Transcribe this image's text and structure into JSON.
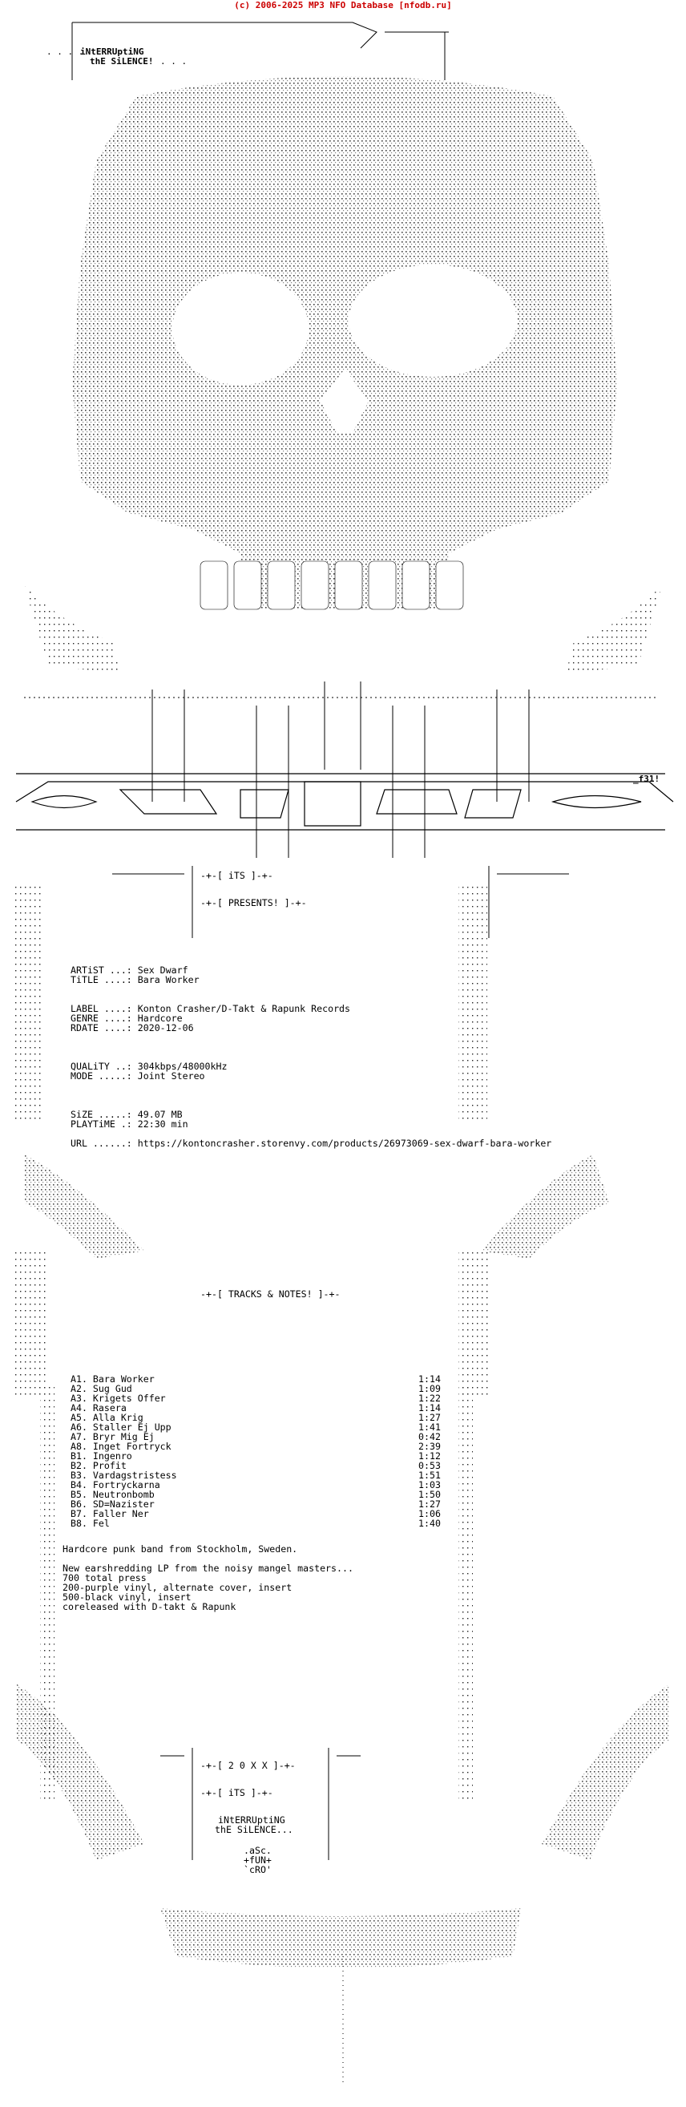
{
  "banner": "(c) 2006-2025 MP3 NFO Database [nfodb.ru]",
  "group": {
    "line1": "iNtERRUptiNG",
    "line2": "thE SiLENCE!",
    "tag": "_f31!"
  },
  "sections": {
    "presents": "-+-[ iTS ]-+-",
    "presents2": "-+-[ PRESENTS! ]-+-",
    "tracks_header": "-+-[ TRACKS & NOTES! ]-+-",
    "footer_year": "-+-[ 2 0 X X ]-+-",
    "footer_its": "-+-[ iTS ]-+-",
    "footer_group1": "iNtERRUptiNG",
    "footer_group2": "thE SiLENCE...",
    "footer_tags": [
      ".aSc.",
      "+fUN+",
      "`cRO'"
    ]
  },
  "release": {
    "artist_label": "ARTiST ...:",
    "artist": "Sex Dwarf",
    "title_label": "TiTLE ....:",
    "title": "Bara Worker",
    "label_label": "LABEL ....:",
    "label": "Konton Crasher/D-Takt & Rapunk Records",
    "genre_label": "GENRE ....:",
    "genre": "Hardcore",
    "rdate_label": "RDATE ....:",
    "rdate": "2020-12-06",
    "quality_label": "QUALiTY ..:",
    "quality": "304kbps/48000kHz",
    "mode_label": "MODE .....:",
    "mode": "Joint Stereo",
    "size_label": "SiZE .....:",
    "size": "49.07 MB",
    "playtime_label": "PLAYTiME .:",
    "playtime": "22:30 min",
    "url_label": "URL ......:",
    "url": "https://kontoncrasher.storenvy.com/products/26973069-sex-dwarf-bara-worker"
  },
  "tracks": [
    {
      "n": "A1.",
      "t": "Bara Worker",
      "d": "1:14"
    },
    {
      "n": "A2.",
      "t": "Sug Gud",
      "d": "1:09"
    },
    {
      "n": "A3.",
      "t": "Krigets Offer",
      "d": "1:22"
    },
    {
      "n": "A4.",
      "t": "Rasera",
      "d": "1:14"
    },
    {
      "n": "A5.",
      "t": "Alla Krig",
      "d": "1:27"
    },
    {
      "n": "A6.",
      "t": "Staller Ej Upp",
      "d": "1:41"
    },
    {
      "n": "A7.",
      "t": "Bryr Mig Ej",
      "d": "0:42"
    },
    {
      "n": "A8.",
      "t": "Inget Fortryck",
      "d": "2:39"
    },
    {
      "n": "B1.",
      "t": "Ingenro",
      "d": "1:12"
    },
    {
      "n": "B2.",
      "t": "Profit",
      "d": "0:53"
    },
    {
      "n": "B3.",
      "t": "Vardagstristess",
      "d": "1:51"
    },
    {
      "n": "B4.",
      "t": "Fortryckarna",
      "d": "1:03"
    },
    {
      "n": "B5.",
      "t": "Neutronbomb",
      "d": "1:50"
    },
    {
      "n": "B6.",
      "t": "SD=Nazister",
      "d": "1:27"
    },
    {
      "n": "B7.",
      "t": "Faller Ner",
      "d": "1:06"
    },
    {
      "n": "B8.",
      "t": "Fel",
      "d": "1:40"
    }
  ],
  "notes": [
    "Hardcore punk band from Stockholm, Sweden.",
    "",
    "New earshredding LP from the noisy mangel masters...",
    "700 total press",
    "200-purple vinyl, alternate cover, insert",
    "500-black vinyl, insert",
    "coreleased with D-takt & Rapunk"
  ]
}
